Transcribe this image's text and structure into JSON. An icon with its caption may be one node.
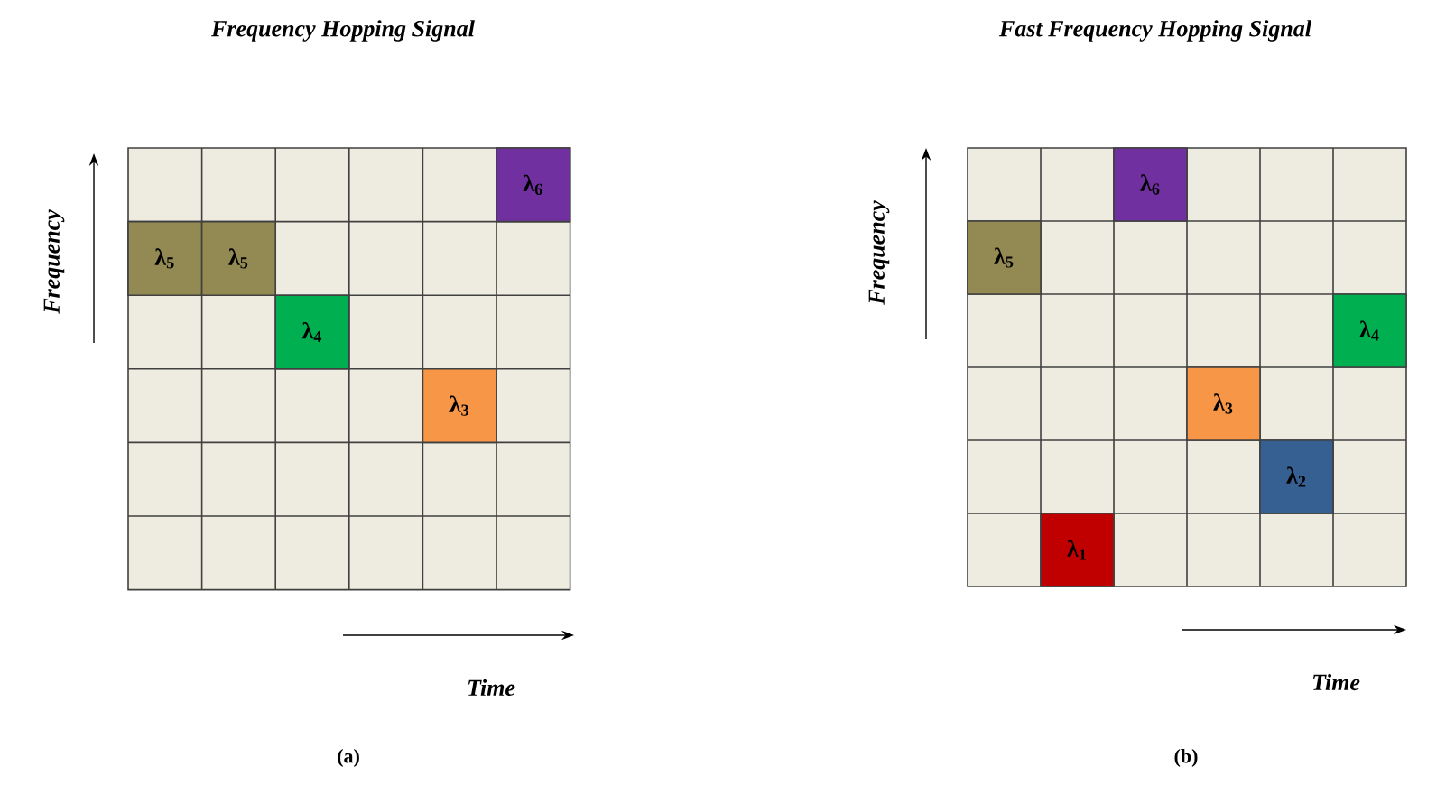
{
  "diagram": {
    "nodes": [
      {
        "text": [
          "λ$_{6}$"
        ]
      },
      {
        "text": [
          "λ$_{5}$"
        ]
      },
      {
        "text": [
          "λ$_{5}$"
        ]
      },
      {
        "text": [
          "λ$_{4}$"
        ]
      },
      {
        "text": [
          "λ$_{3}$"
        ]
      },
      {
        "text": [
          "λ$_{6}$"
        ]
      },
      {
        "text": [
          "λ$_{5}$"
        ]
      },
      {
        "text": [
          "λ$_{4}$"
        ]
      },
      {
        "text": [
          "λ$_{3}$"
        ]
      },
      {
        "text": [
          "λ$_{2}$"
        ]
      },
      {
        "text": [
          "λ$_{1}$"
        ]
      }
    ],
    "labels": [
      "Frequency Hopping Signal",
      "Fast Frequency Hopping Signal",
      "Frequency",
      "Frequency",
      "Time",
      "Time",
      "(a)",
      "(b)"
    ]
  }
}
